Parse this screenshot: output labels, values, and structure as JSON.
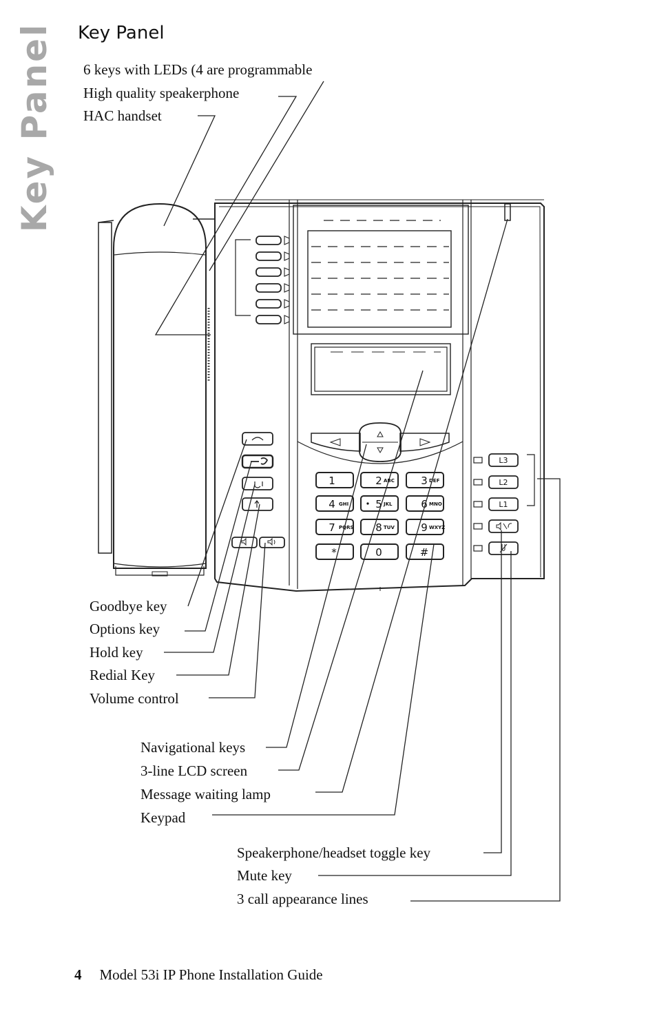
{
  "side_tab": "Key Panel",
  "heading": "Key Panel",
  "callouts": {
    "leds": "6 keys with LEDs (4 are programmable",
    "speakerphone": "High quality speakerphone",
    "handset": "HAC handset",
    "goodbye": "Goodbye key",
    "options": "Options key",
    "hold": "Hold key",
    "redial": "Redial Key",
    "volume": "Volume control",
    "nav": "Navigational keys",
    "lcd": "3-line LCD screen",
    "mwl": "Message waiting lamp",
    "keypad": "Keypad",
    "toggle": "Speakerphone/headset toggle key",
    "mute": "Mute key",
    "lines": "3 call appearance lines"
  },
  "phone": {
    "keys": [
      {
        "digit": "1",
        "letters": ""
      },
      {
        "digit": "2",
        "letters": "ABC"
      },
      {
        "digit": "3",
        "letters": "DEF"
      },
      {
        "digit": "4",
        "letters": "GHI"
      },
      {
        "digit": "5",
        "letters": "JKL"
      },
      {
        "digit": "6",
        "letters": "MNO"
      },
      {
        "digit": "7",
        "letters": "PQRS"
      },
      {
        "digit": "8",
        "letters": "TUV"
      },
      {
        "digit": "9",
        "letters": "WXYZ"
      },
      {
        "digit": "*",
        "letters": ""
      },
      {
        "digit": "0",
        "letters": ""
      },
      {
        "digit": "#",
        "letters": ""
      }
    ],
    "line_keys": [
      "L3",
      "L2",
      "L1"
    ]
  },
  "footer": {
    "page_number": "4",
    "title": "Model 53i IP Phone Installation Guide"
  }
}
